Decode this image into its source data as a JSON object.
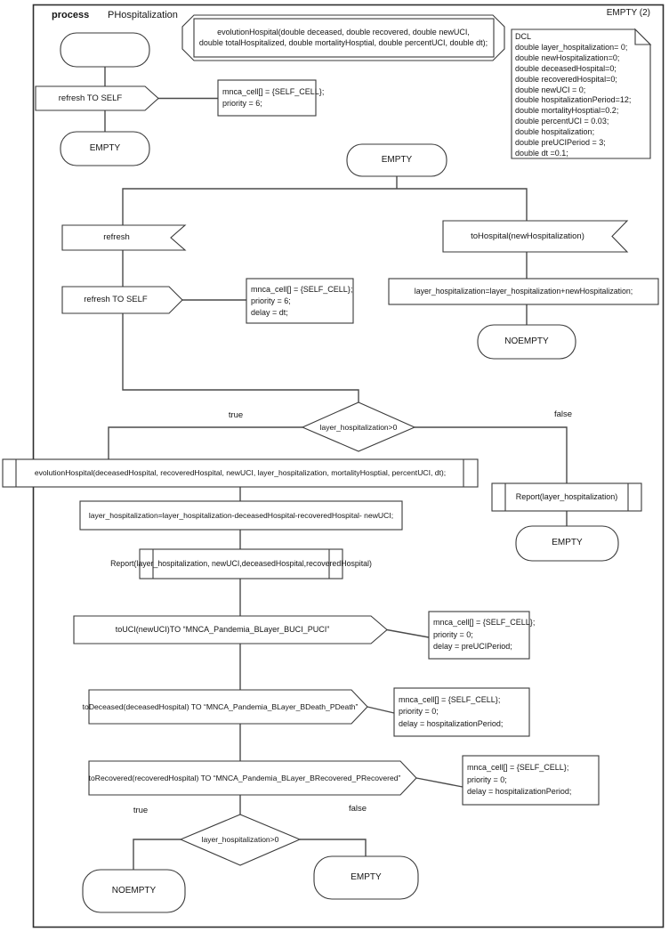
{
  "colors": {
    "line": "#4a4a4a",
    "shape_stroke": "#3a3a3a",
    "background": "#ffffff"
  },
  "header": {
    "process_label": "process",
    "process_name": "PHospitalization"
  },
  "declarations": {
    "state_ref": "EMPTY (2)",
    "dcl_text": "DCL\ndouble layer_hospitalization= 0;\ndouble newHospitalization=0;\ndouble deceasedHospital=0;\ndouble recoveredHospital=0;\ndouble newUCI = 0;\ndouble hospitalizationPeriod=12;\ndouble mortalityHosptial=0.2;\ndouble percentUCI = 0.03;\ndouble hospitalization;\ndouble preUCIPeriod = 3;\ndouble dt =0.1;"
  },
  "text_symbol": {
    "signature": "evolutionHospital(double deceased, double recovered, double newUCI,\ndouble totalHospitalized, double mortalityHosptial, double percentUCI, double dt);"
  },
  "start_flow": {
    "output_refresh_self": "refresh TO SELF",
    "task_priority6": "mnca_cell[] = {SELF_CELL};\npriority = 6;",
    "state_empty": "EMPTY"
  },
  "main_flow": {
    "state_empty": "EMPTY",
    "input_refresh": "refresh",
    "input_tohospital": "toHospital(newHospitalization)",
    "output_refresh_self": "refresh TO SELF",
    "task_refresh_delay": "mnca_cell[] = {SELF_CELL};\npriority = 6;\ndelay = dt;",
    "task_add_hospitalization": "layer_hospitalization=layer_hospitalization+newHospitalization;",
    "state_noempty": "NOEMPTY"
  },
  "decision1": {
    "condition": "layer_hospitalization>0",
    "label_true": "true",
    "label_false": "false"
  },
  "true_branch": {
    "proc_evolution": "evolutionHospital(deceasedHospital, recoveredHospital, newUCI, layer_hospitalization, mortalityHosptial, percentUCI, dt);",
    "task_subtract": "layer_hospitalization=layer_hospitalization-deceasedHospital-recoveredHospital- newUCI;",
    "proc_report_full": "Report(layer_hospitalization, newUCI,deceasedHospital,recoveredHospital)",
    "output_touci": "toUCI(newUCI)TO “MNCA_Pandemia_BLayer_BUCI_PUCI”",
    "task_touci": "mnca_cell[] = {SELF_CELL};\npriority = 0;\ndelay = preUCIPeriod;",
    "output_todeceased": "toDeceased(deceasedHospital) TO “MNCA_Pandemia_BLayer_BDeath_PDeath”",
    "task_todeceased": "mnca_cell[] = {SELF_CELL};\npriority = 0;\ndelay = hospitalizationPeriod;",
    "output_torecovered": "toRecovered(recoveredHospital) TO “MNCA_Pandemia_BLayer_BRecovered_PRecovered”",
    "task_torecovered": "mnca_cell[] = {SELF_CELL};\npriority = 0;\ndelay = hospitalizationPeriod;"
  },
  "false_branch": {
    "proc_report_short": "Report(layer_hospitalization)",
    "state_empty": "EMPTY"
  },
  "decision2": {
    "condition": "layer_hospitalization>0",
    "label_true": "true",
    "label_false": "false",
    "state_noempty": "NOEMPTY",
    "state_empty": "EMPTY"
  }
}
